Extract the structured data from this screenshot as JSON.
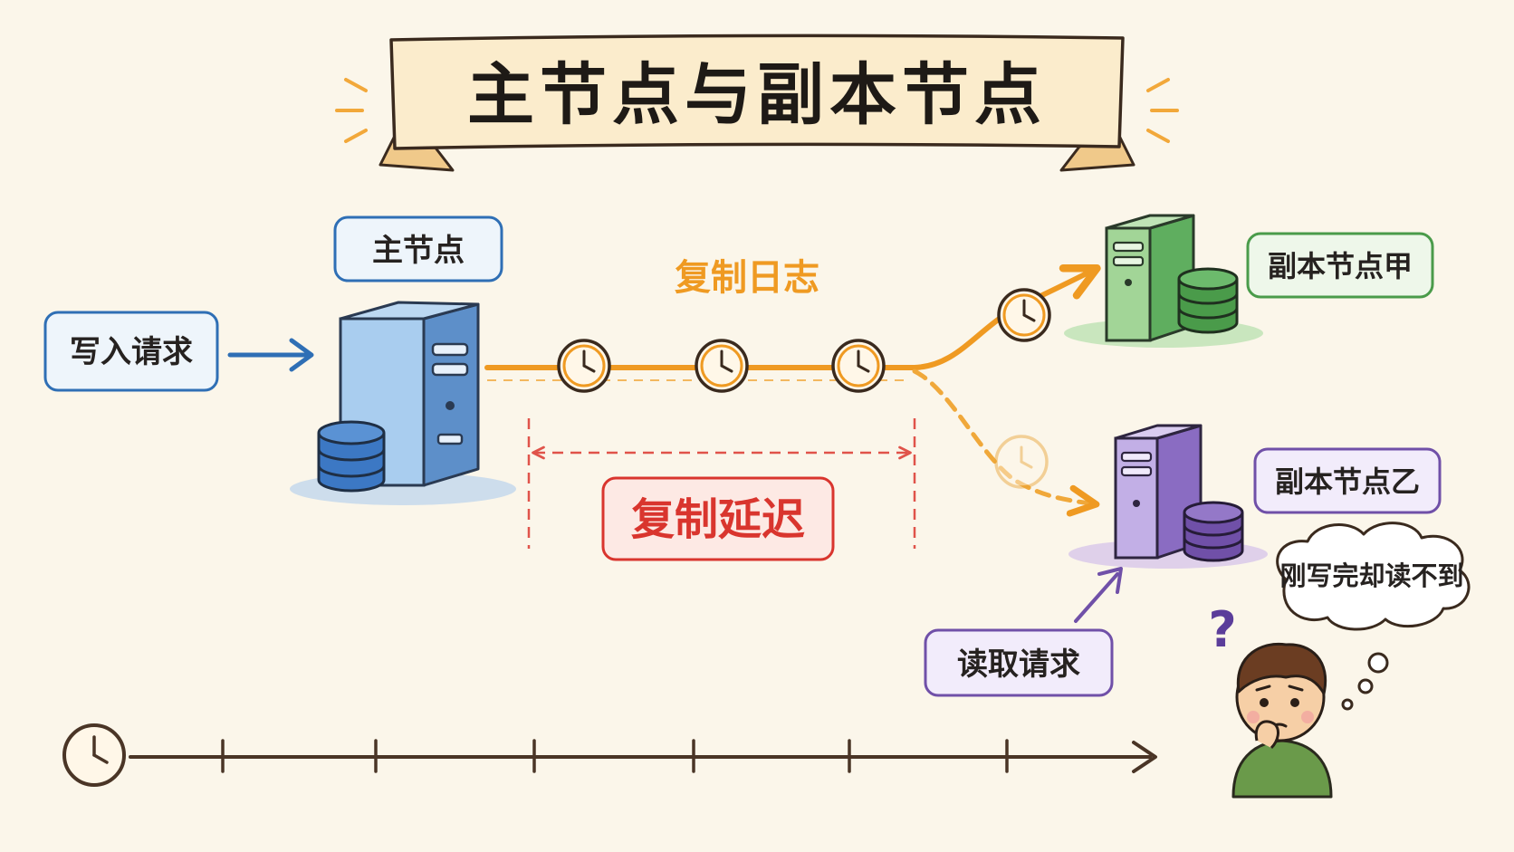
{
  "title": "主节点与副本节点",
  "nodes": {
    "primary": {
      "label": "主节点",
      "color": "#2f6fb5"
    },
    "replica_a": {
      "label": "副本节点甲",
      "color": "#4a9b4a"
    },
    "replica_b": {
      "label": "副本节点乙",
      "color": "#7050a8"
    }
  },
  "requests": {
    "write": {
      "label": "写入请求",
      "color": "#2f6fb5"
    },
    "read": {
      "label": "读取请求",
      "color": "#7050a8"
    }
  },
  "replication": {
    "log_label": "复制日志",
    "log_color": "#ef9a22",
    "lag_label": "复制延迟",
    "lag_color": "#d9352e"
  },
  "user": {
    "thought": "刚写完却读不到",
    "question_mark": "?"
  },
  "icons": [
    "clock-icon",
    "server-icon",
    "database-icon",
    "arrow-icon",
    "person-icon",
    "thought-bubble-icon"
  ]
}
